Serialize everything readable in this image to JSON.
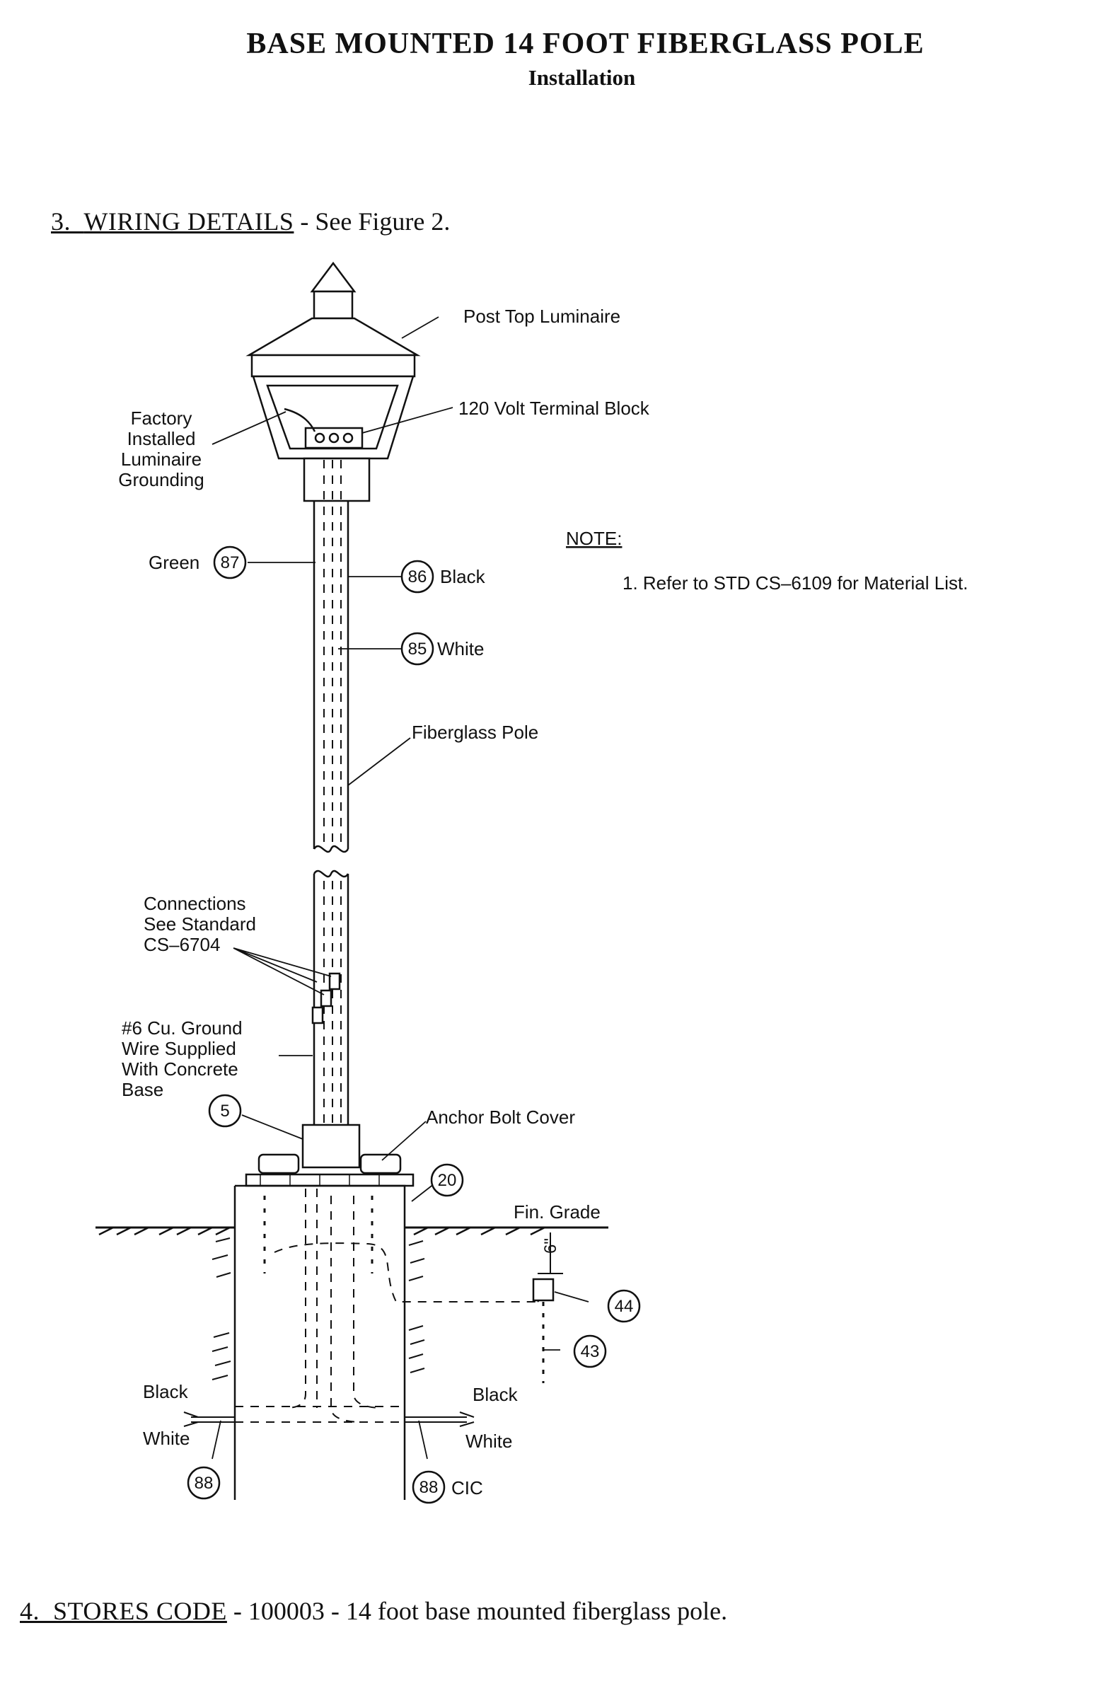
{
  "header": {
    "title": "BASE MOUNTED 14 FOOT FIBERGLASS POLE",
    "subtitle": "Installation"
  },
  "section3": {
    "number": "3.",
    "heading": "WIRING DETAILS",
    "text": "- See Figure 2."
  },
  "diagram": {
    "labels": {
      "post_top_luminaire": "Post Top  Luminaire",
      "terminal_block": "120  Volt  Terminal  Block",
      "factory_grounding": [
        "Factory",
        "Installed",
        "Luminaire",
        "Grounding"
      ],
      "green": "Green",
      "black": "Black",
      "white": "White",
      "fiberglass_pole": "Fiberglass  Pole",
      "connections": [
        "Connections",
        "See  Standard",
        "CS–6704"
      ],
      "ground_wire": [
        "#6  Cu.  Ground",
        "Wire  Supplied",
        "With  Concrete",
        "Base"
      ],
      "anchor_bolt_cover": "Anchor  Bolt  Cover",
      "fin_grade": "Fin.  Grade",
      "six_inch": "6\"",
      "left_black": "Black",
      "left_white": "White",
      "right_black": "Black",
      "right_white": "White",
      "cic": "CIC"
    },
    "callouts": {
      "green": "87",
      "black": "86",
      "white": "85",
      "base_item": "5",
      "base_plate": "20",
      "junction": "44",
      "ground_rod": "43",
      "conduit_left": "88",
      "conduit_right": "88"
    },
    "note": {
      "heading": "NOTE:",
      "item": "1.  Refer  to  STD   CS–6109  for  Material  List."
    }
  },
  "section4": {
    "number": "4.",
    "heading": "STORES CODE",
    "text": "- 100003 - 14 foot base mounted fiberglass pole."
  }
}
